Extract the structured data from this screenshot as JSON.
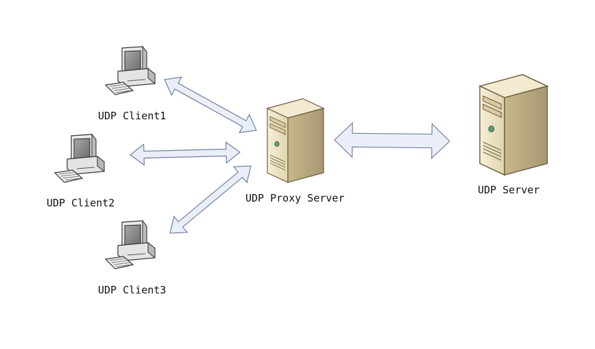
{
  "nodes": {
    "client1": {
      "label": "UDP Client1",
      "icon": "desktop-computer-icon"
    },
    "client2": {
      "label": "UDP Client2",
      "icon": "desktop-computer-icon"
    },
    "client3": {
      "label": "UDP Client3",
      "icon": "desktop-computer-icon"
    },
    "proxy": {
      "label": "UDP Proxy Server",
      "icon": "tower-server-icon"
    },
    "server": {
      "label": "UDP Server",
      "icon": "tower-server-icon"
    }
  },
  "edges": [
    {
      "from": "client1",
      "to": "proxy",
      "type": "bidirectional"
    },
    {
      "from": "client2",
      "to": "proxy",
      "type": "bidirectional"
    },
    {
      "from": "client3",
      "to": "proxy",
      "type": "bidirectional"
    },
    {
      "from": "proxy",
      "to": "server",
      "type": "bidirectional"
    }
  ],
  "colors": {
    "arrow_fill": "#e9eef8",
    "arrow_stroke": "#6f7fa0",
    "server_body": "#e8dcbc",
    "server_side": "#b9a97f",
    "computer_body": "#e6e6e6",
    "computer_screen": "#8a8a8a"
  }
}
